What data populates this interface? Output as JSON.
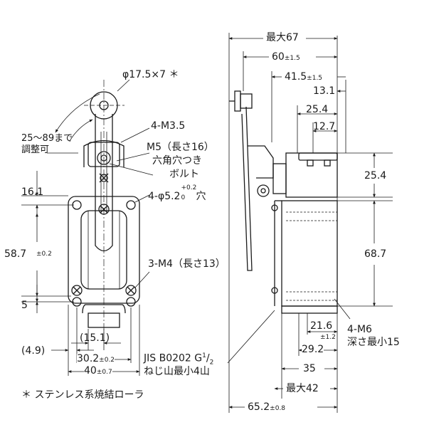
{
  "labels": {
    "roller_dim": "φ17.5×7 ＊",
    "angle_range_l1": "25～89まで",
    "angle_range_l2": "調整可",
    "screw_4m35": "4-M3.5",
    "bolt_l1": "M5（長さ16）",
    "bolt_l2": "六角穴つき",
    "bolt_l3": "ボルト",
    "dim_16_1": "16.1",
    "hole_prefix": "4-φ5.2",
    "hole_tol_up": "+0.2",
    "hole_tol_dn": "0",
    "hole_suffix": "穴",
    "dim_58_7": "58.7",
    "tol_0_2": "±0.2",
    "screw_3m4": "3-M4（長さ13）",
    "dim_5": "5",
    "dim_15_1": "(15.1)",
    "dim_4_9": "(4.9)",
    "dim_30_2": "30.2",
    "dim_40": "40",
    "tol_0_7": "±0.7",
    "jis_l1": "JIS B0202 G",
    "jis_frac_num": "1",
    "jis_frac_den": "2",
    "jis_l2": "ねじ山最小4山",
    "note": "＊ ステンレス系焼結ローラ",
    "max67": "最大67",
    "dim_60": "60",
    "tol_1_5": "±1.5",
    "dim_41_5": "41.5",
    "dim_13_1": "13.1",
    "dim_25_4a": "25.4",
    "dim_12_7": "12.7",
    "dim_25_4b": "25.4",
    "dim_68_7": "68.7",
    "dim_21_6": "21.6",
    "tol_1_2": "±1.2",
    "dim_29_2": "29.2",
    "m6_l1": "4-M6",
    "m6_l2": "深さ最小15",
    "dim_35": "35",
    "max42": "最大42",
    "dim_65_2": "65.2",
    "tol_0_8": "±0.8"
  },
  "colors": {
    "line": "#1a1a1a",
    "background": "#ffffff"
  }
}
